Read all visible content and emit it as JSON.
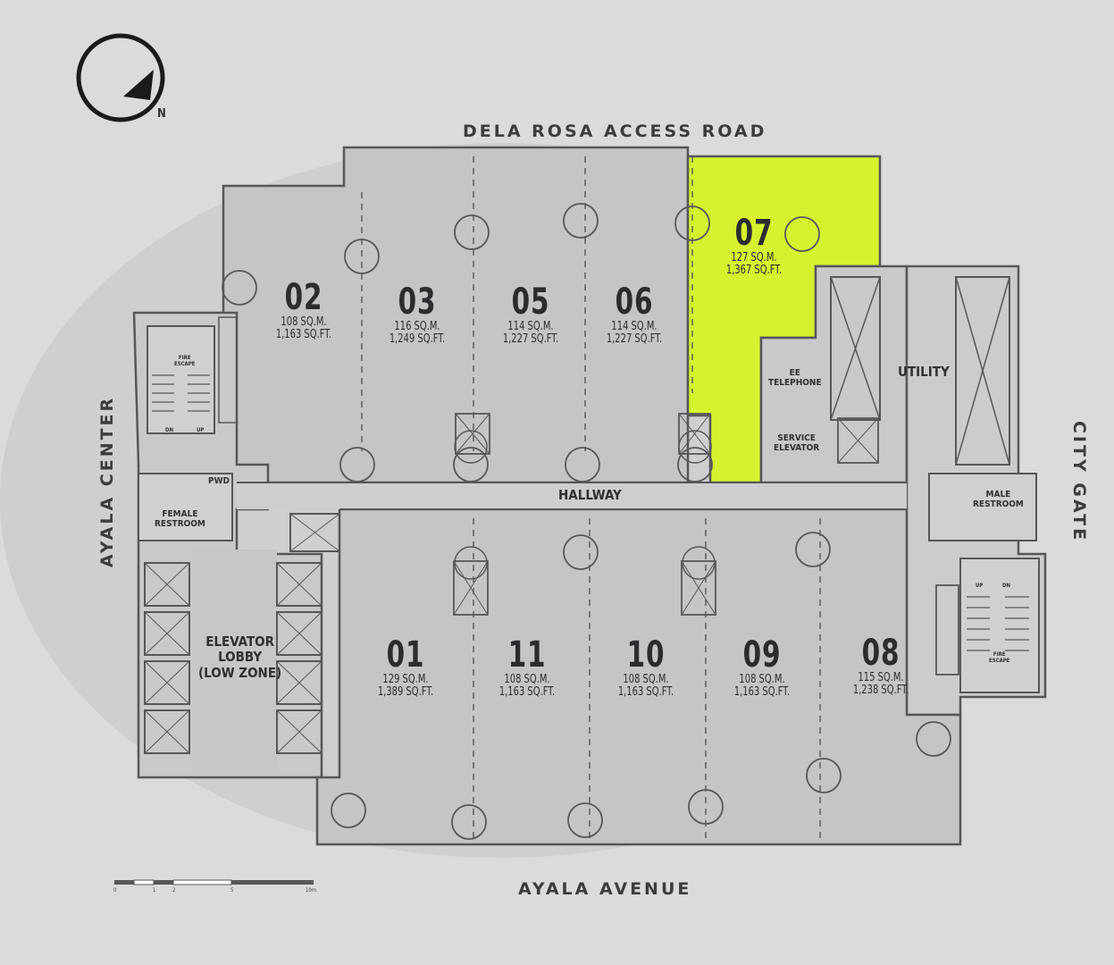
{
  "streets": {
    "north": "DELA ROSA ACCESS ROAD",
    "south": "AYALA AVENUE",
    "west": "AYALA CENTER",
    "east": "CITY GATE"
  },
  "compass": {
    "label": "N"
  },
  "scale_bar": {
    "ticks": [
      "0",
      "1",
      "2",
      "5",
      "10m"
    ]
  },
  "units": [
    {
      "id": "02",
      "sqm": "108 SQ.M.",
      "sqft": "1,163 SQ.FT."
    },
    {
      "id": "03",
      "sqm": "116 SQ.M.",
      "sqft": "1,249 SQ.FT."
    },
    {
      "id": "05",
      "sqm": "114 SQ.M.",
      "sqft": "1,227 SQ.FT."
    },
    {
      "id": "06",
      "sqm": "114 SQ.M.",
      "sqft": "1,227 SQ.FT."
    },
    {
      "id": "07",
      "sqm": "127 SQ.M.",
      "sqft": "1,367 SQ.FT.",
      "highlighted": true
    },
    {
      "id": "01",
      "sqm": "129 SQ.M.",
      "sqft": "1,389 SQ.FT."
    },
    {
      "id": "11",
      "sqm": "108 SQ.M.",
      "sqft": "1,163 SQ.FT."
    },
    {
      "id": "10",
      "sqm": "108 SQ.M.",
      "sqft": "1,163 SQ.FT."
    },
    {
      "id": "09",
      "sqm": "108 SQ.M.",
      "sqft": "1,163 SQ.FT."
    },
    {
      "id": "08",
      "sqm": "115 SQ.M.",
      "sqft": "1,238 SQ.FT."
    }
  ],
  "rooms": {
    "hallway": "HALLWAY",
    "utility": "UTILITY",
    "ee_telephone": [
      "EE",
      "TELEPHONE"
    ],
    "service_elevator": [
      "SERVICE",
      "ELEVATOR"
    ],
    "female_restroom": [
      "FEMALE",
      "RESTROOM"
    ],
    "male_restroom": [
      "MALE",
      "RESTROOM"
    ],
    "pwd": "PWD",
    "elevator_lobby": [
      "ELEVATOR",
      "LOBBY",
      "(LOW ZONE)"
    ],
    "fire_escape": [
      "FIRE",
      "ESCAPE"
    ],
    "stair_dn": "DN",
    "stair_up": "UP"
  },
  "colors": {
    "paper": "#d9dbdc",
    "floor": "#c2c3c4",
    "wall": "#5a5c5f",
    "highlight": "#d6f22e"
  }
}
